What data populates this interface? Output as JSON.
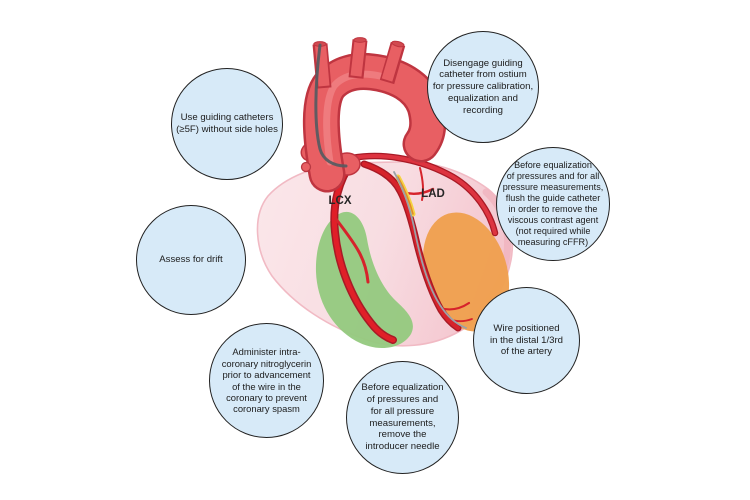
{
  "diagram": {
    "type": "annotated-medical-diagram",
    "subject": "FFR measurement steps around heart illustration",
    "heart": {
      "lcx_label": "LCX",
      "lad_label": "LAD",
      "colors": {
        "body_pink": "#f8dde2",
        "body_edge_pink": "#f0b3be",
        "aorta_red": "#e85f63",
        "aorta_outline": "#bf3540",
        "artery_red": "#d6232b",
        "artery_outline": "#a81a26",
        "stenosis_yellow": "#f5d342",
        "stenosis_core_orange": "#e08a2b",
        "pressure_wire_gray": "#9ba1a8",
        "guiding_catheter_gray": "#555b61",
        "lcx_territory_green": "#94c97e",
        "lad_territory_orange": "#f0a04f"
      }
    },
    "bubble_style": {
      "fill": "#d7eaf8",
      "border": "#222222",
      "text_color": "#1c1c1c"
    },
    "bubbles": [
      {
        "id": "guiding-catheter-size",
        "position": "top-left",
        "text": "Use guiding catheters\n(≥5F) without side holes"
      },
      {
        "id": "disengage-catheter",
        "position": "top-right",
        "text": "Disengage guiding\ncatheter from ostium\nfor pressure calibration,\nequalization and\nrecording"
      },
      {
        "id": "flush-guide-catheter",
        "position": "right",
        "text": "Before equalization\nof pressures and for all\npressure measurements,\nflush the guide catheter\nin order to remove the\nviscous contrast agent\n(not required while\nmeasuring cFFR)"
      },
      {
        "id": "wire-position",
        "position": "lower-right",
        "text": "Wire positioned\nin the distal 1/3rd\nof the artery"
      },
      {
        "id": "remove-introducer-needle",
        "position": "bottom-center",
        "text": "Before equalization\nof pressures and\nfor all pressure\nmeasurements,\nremove the\nintroducer needle"
      },
      {
        "id": "nitroglycerin",
        "position": "bottom-left",
        "text": "Administer intra-\ncoronary nitroglycerin\nprior to advancement\nof the wire in the\ncoronary to prevent\ncoronary spasm"
      },
      {
        "id": "assess-drift",
        "position": "left",
        "text": "Assess for drift"
      }
    ]
  }
}
